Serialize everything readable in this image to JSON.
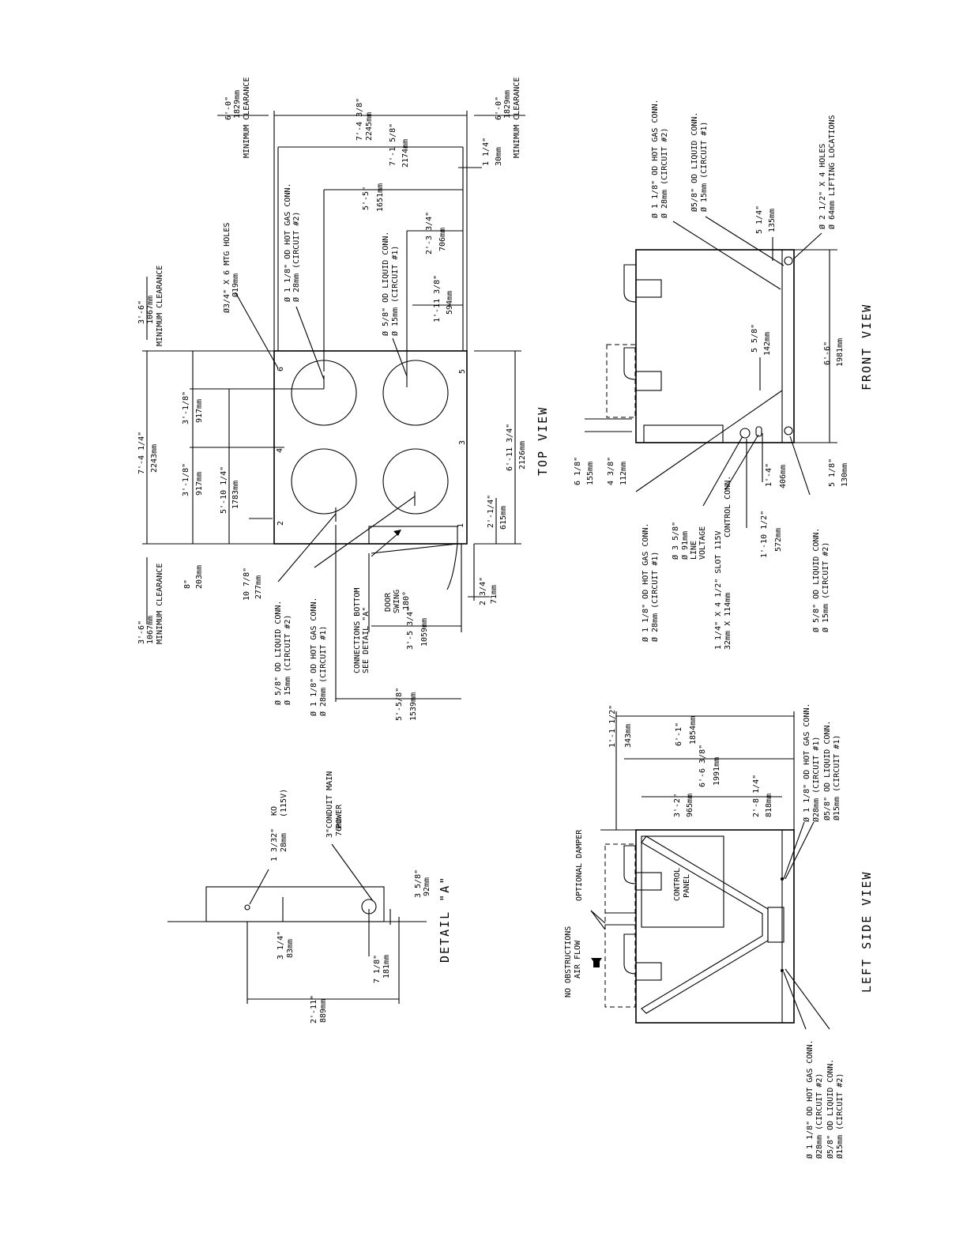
{
  "top_view": {
    "title": "TOP VIEW",
    "clear_left": "3'-6\"",
    "clear_left_mm": "1067mm",
    "clear_left_lbl": "MINIMUM CLEARANCE",
    "clear_right": "3'-6\"",
    "clear_right_mm": "1067mm",
    "clear_right_lbl": "MINIMUM CLEARANCE",
    "clear_top": "6'-0\"",
    "clear_top_mm": "1829mm",
    "clear_top_lbl": "MINIMUM CLEARANCE",
    "clear_bot": "6'-0\"",
    "clear_bot_mm": "1829mm",
    "clear_bot_lbl": "MINIMUM CLEARANCE",
    "mtg_holes": "Ø3/4\" X 6 MTG HOLES",
    "mtg_holes_mm": "Ø19mm",
    "hotgas2": "Ø 1 1/8\" OD HOT GAS CONN.",
    "hotgas2_mm": "Ø 28mm (CIRCUIT #2)",
    "liquid1": "Ø 5/8\" OD LIQUID CONN.",
    "liquid1_mm": "Ø 15mm (CIRCUIT #1)",
    "liquid2": "Ø 5/8\" OD LIQUID CONN.",
    "liquid2_mm": "Ø 15mm (CIRCUIT #2)",
    "hotgas1": "Ø 1 1/8\" OD HOT GAS CONN.",
    "hotgas1_mm": "Ø 28mm (CIRCUIT #1)",
    "conn_bottom": "CONNECTIONS BOTTOM",
    "see_detail": "SEE DETAIL \"A\"",
    "door": "DOOR",
    "swing": "SWING",
    "deg": "180°",
    "d_7_4_1_4": "7'-4 1/4\"",
    "d_2243": "2243mm",
    "d_3_1_8_a": "3'-1/8\"",
    "d_917_a": "917mm",
    "d_3_1_8_b": "3'-1/8\"",
    "d_917_b": "917mm",
    "d_5_10_1_4": "5'-10 1/4\"",
    "d_1783": "1783mm",
    "d_8": "8\"",
    "d_203": "203mm",
    "d_10_7_8": "10 7/8\"",
    "d_277": "277mm",
    "d_7_4_3_8": "7'-4 3/8\"",
    "d_2245": "2245mm",
    "d_7_1_5_8": "7'-1 5/8\"",
    "d_2174": "2174mm",
    "d_1_1_4": "1 1/4\"",
    "d_30": "30mm",
    "d_5_5": "5'-5\"",
    "d_1651": "1651mm",
    "d_2_3_3_4": "2'-3 3/4\"",
    "d_706": "706mm",
    "d_1_11_3_8": "1'-11 3/8\"",
    "d_594": "594mm",
    "d_6_11_3_4": "6'-11 3/4\"",
    "d_2126": "2126mm",
    "d_2_1_4": "2'-1/4\"",
    "d_615": "615mm",
    "d_2_3_4": "2 3/4\"",
    "d_71": "71mm",
    "d_3_5_3_4": "3'-5 3/4\"",
    "d_1059": "1059mm",
    "d_5_5_8": "5'-5/8\"",
    "d_1539": "1539mm",
    "h1": "1",
    "h2": "2",
    "h3": "3",
    "h4": "4",
    "h5": "5",
    "h6": "6"
  },
  "front_view": {
    "title": "FRONT VIEW",
    "hotgas2": "Ø 1 1/8\" OD HOT GAS CONN.",
    "hotgas2_mm": "Ø 28mm (CIRCUIT #2)",
    "liquid1": "Ø5/8\" OD LIQUID CONN.",
    "liquid1_mm": "Ø 15mm (CIRCUIT #1)",
    "lift": "Ø 2 1/2\" X 4 HOLES",
    "lift_mm": "Ø 64mm LIFTING LOCATIONS",
    "hotgas1": "Ø 1 1/8\" OD HOT GAS CONN.",
    "hotgas1_mm": "Ø 28mm (CIRCUIT #1)",
    "line_v": "Ø 3 5/8\"",
    "line_v_mm": "Ø 91mm",
    "line_v_l1": "LINE",
    "line_v_l2": "VOLTAGE",
    "slot": "1 1/4\" X 4 1/2\" SLOT 115V",
    "slot_mm": "32mm X 114mm",
    "slot_l2": "CONTROL CONN.",
    "liquid2": "Ø 5/8\" OD LIQUID CONN.",
    "liquid2_mm": "Ø 15mm (CIRCUIT #2)",
    "d_5_1_4": "5 1/4\"",
    "d_135": "135mm",
    "d_5_5_8": "5 5/8\"",
    "d_142": "142mm",
    "d_6_6": "6'-6\"",
    "d_1981": "1981mm",
    "d_6_1_8": "6 1/8\"",
    "d_155": "155mm",
    "d_4_3_8": "4 3/8\"",
    "d_112": "112mm",
    "d_1_4": "1'-4\"",
    "d_406": "406mm",
    "d_1_10_1_2": "1'-10 1/2\"",
    "d_572": "572mm",
    "d_5_1_8": "5 1/8\"",
    "d_130": "130mm"
  },
  "detail_a": {
    "title": "DETAIL \"A\"",
    "ko": "1 3/32\"",
    "ko_mm": "28mm",
    "ko_l": "KO",
    "ko_v": "(115V)",
    "conduit": "3\"",
    "conduit_mm": "76mm",
    "conduit_l1": "CONDUIT MAIN",
    "conduit_l2": "POWER",
    "d_3_5_8": "3 5/8\"",
    "d_92": "92mm",
    "d_3_1_4": "3 1/4\"",
    "d_83": "83mm",
    "d_7_1_8": "7 1/8\"",
    "d_181": "181mm",
    "d_2_11": "2'-11\"",
    "d_889": "889mm"
  },
  "side_view": {
    "title": "LEFT SIDE VIEW",
    "no_obs": "NO OBSTRUCTIONS",
    "air_flow": "AIR FLOW",
    "damper": "OPTIONAL DAMPER",
    "panel1": "CONTROL",
    "panel2": "PANEL",
    "d_1_1_1_2": "1'-1 1/2\"",
    "d_343": "343mm",
    "d_6_1": "6'-1\"",
    "d_1854": "1854mm",
    "d_6_6_3_8": "6'-6 3/8\"",
    "d_1991": "1991mm",
    "d_3_2": "3'-2\"",
    "d_965": "965mm",
    "d_2_8_1_4": "2'-8 1/4\"",
    "d_818": "818mm",
    "hg1": "Ø 1 1/8\" OD HOT GAS CONN.",
    "hg1_mm": "Ø28mm (CIRCUIT #1)",
    "lq1": "Ø5/8\" OD LIQUID CONN.",
    "lq1_mm": "Ø15mm (CIRCUIT #1)",
    "hg2": "Ø 1 1/8\" OD HOT GAS CONN.",
    "hg2_mm": "Ø28mm (CIRCUIT #2)",
    "lq2": "Ø5/8\" OD LIQUID CONN.",
    "lq2_mm": "Ø15mm (CIRCUIT #2)"
  }
}
